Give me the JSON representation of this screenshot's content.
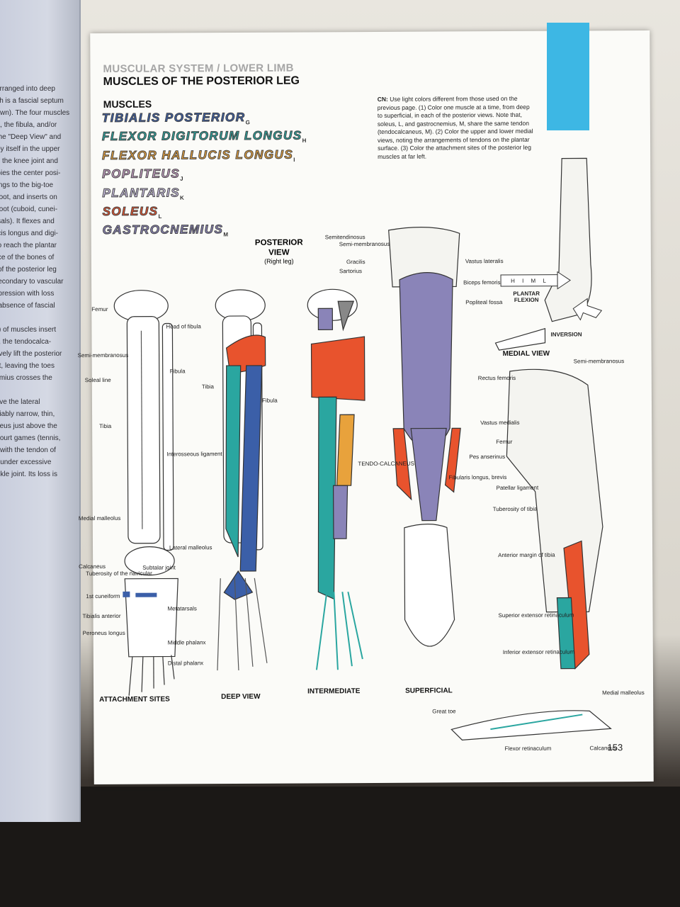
{
  "page": {
    "section": "MUSCULAR SYSTEM / LOWER LIMB",
    "title": "MUSCLES OF THE POSTERIOR LEG",
    "muscles_heading": "MUSCLES",
    "page_number": "153"
  },
  "muscles": [
    {
      "name": "TIBIALIS POSTERIOR",
      "letter": "G",
      "color": "#3b5fa8"
    },
    {
      "name": "FLEXOR DIGITORUM LONGUS",
      "letter": "H",
      "color": "#2aa6a0"
    },
    {
      "name": "FLEXOR HALLUCIS LONGUS",
      "letter": "I",
      "color": "#e8a23c"
    },
    {
      "name": "POPLITEUS",
      "letter": "J",
      "color": "#c9a0c7"
    },
    {
      "name": "PLANTARIS",
      "letter": "K",
      "color": "#cfc4e8"
    },
    {
      "name": "SOLEUS",
      "letter": "L",
      "color": "#e8532d"
    },
    {
      "name": "GASTROCNEMIUS",
      "letter": "M",
      "color": "#8a84b8"
    }
  ],
  "instructions": {
    "lead": "CN:",
    "text": "Use light colors different from those used on the previous page. (1) Color one muscle at a time, from deep to superficial, in each of the posterior views. Note that, soleus, L, and gastrocnemius, M, share the same tendon (tendocalcaneus, M). (2) Color the upper and lower medial views, noting the arrangements of tendons on the plantar surface. (3) Color the attachment sites of the posterior leg muscles at far left."
  },
  "posterior_view": {
    "heading": "POSTERIOR VIEW",
    "sub": "(Right leg)"
  },
  "captions": {
    "attachment": "ATTACHMENT SITES",
    "deep": "DEEP VIEW",
    "intermediate": "INTERMEDIATE",
    "superficial": "SUPERFICIAL",
    "medial": "MEDIAL VIEW",
    "plantar": "PLANTAR FLEXION",
    "inversion": "INVERSION",
    "him": "H I M L"
  },
  "labels_attachment": [
    "Femur",
    "Semi-membranosus",
    "Head of fibula",
    "Soleal line",
    "Fibula",
    "Tibia",
    "Interosseous ligament",
    "Medial malleolus",
    "Lateral malleolus",
    "Calcaneus",
    "Subtalar joint",
    "Tuberosity of the navicular",
    "1st cuneiform",
    "Tibialis anterior",
    "Peroneus longus",
    "Metatarsals",
    "Middle phalanx",
    "Distal phalanx"
  ],
  "labels_deep": [
    "Tibia",
    "Fibula"
  ],
  "labels_superficial": [
    "Semitendinosus",
    "Semi-membranosus",
    "Gracilis",
    "Sartorius",
    "Vastus lateralis",
    "Biceps femoris",
    "Popliteal fossa",
    "TENDO-CALCANEUS",
    "Fibularis longus, brevis"
  ],
  "labels_medial": [
    "Rectus femoris",
    "Semi-membranosus",
    "Vastus medialis",
    "Femur",
    "Pes anserinus",
    "Patellar ligament",
    "Tuberosity of tibia",
    "Anterior margin of tibia",
    "Superior extensor retinaculum",
    "Inferior extensor retinaculum",
    "Medial malleolus",
    "Great toe",
    "Flexor retinaculum",
    "Calcaneus"
  ],
  "left_page_lines": [
    "arranged into deep",
    "ch is a fascial septum",
    "own). The four muscles",
    "a, the fibula, and/or",
    "the \"Deep View\" and",
    "by itself in the upper",
    "s the knee joint and",
    "pies the center posi-",
    "ings to the big-toe",
    "foot, and inserts on",
    "foot (cuboid, cunei-",
    "sals). It flexes and",
    "cis longus and digi-",
    "o reach the plantar",
    "ce of the bones of",
    "of the posterior leg",
    "econdary to vascular",
    "pression with loss",
    "absence of fascial",
    "",
    ") of muscles insert",
    ", the tendocalca-",
    "vely lift the posterior",
    "t, leaving the toes",
    "mius crosses the",
    "",
    "ve the lateral",
    "iably narrow, thin,",
    "eus just above the",
    "ourt games (tennis,",
    "with the tendon of",
    "under excessive",
    "kle joint. Its loss is"
  ]
}
